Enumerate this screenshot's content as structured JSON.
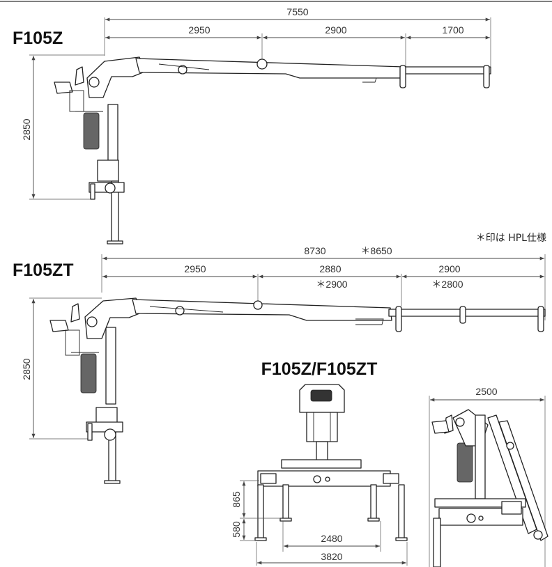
{
  "titles": {
    "f105z": "F105Z",
    "f105zt": "F105ZT",
    "both": "F105Z/F105ZT"
  },
  "note": "＊印は HPL仕様",
  "f105z": {
    "total": "7550",
    "seg1": "2950",
    "seg2": "2900",
    "seg3": "1700",
    "height": "2850"
  },
  "f105zt": {
    "total": "8730",
    "total_alt": "＊8650",
    "seg1": "2950",
    "seg2": "2880",
    "seg2_alt": "＊2900",
    "seg3": "2900",
    "seg3_alt": "＊2800",
    "height": "2850"
  },
  "front": {
    "upper": "865",
    "lower": "580",
    "inner_width": "2480",
    "outer_width": "3820"
  },
  "folded": {
    "width": "2500"
  }
}
